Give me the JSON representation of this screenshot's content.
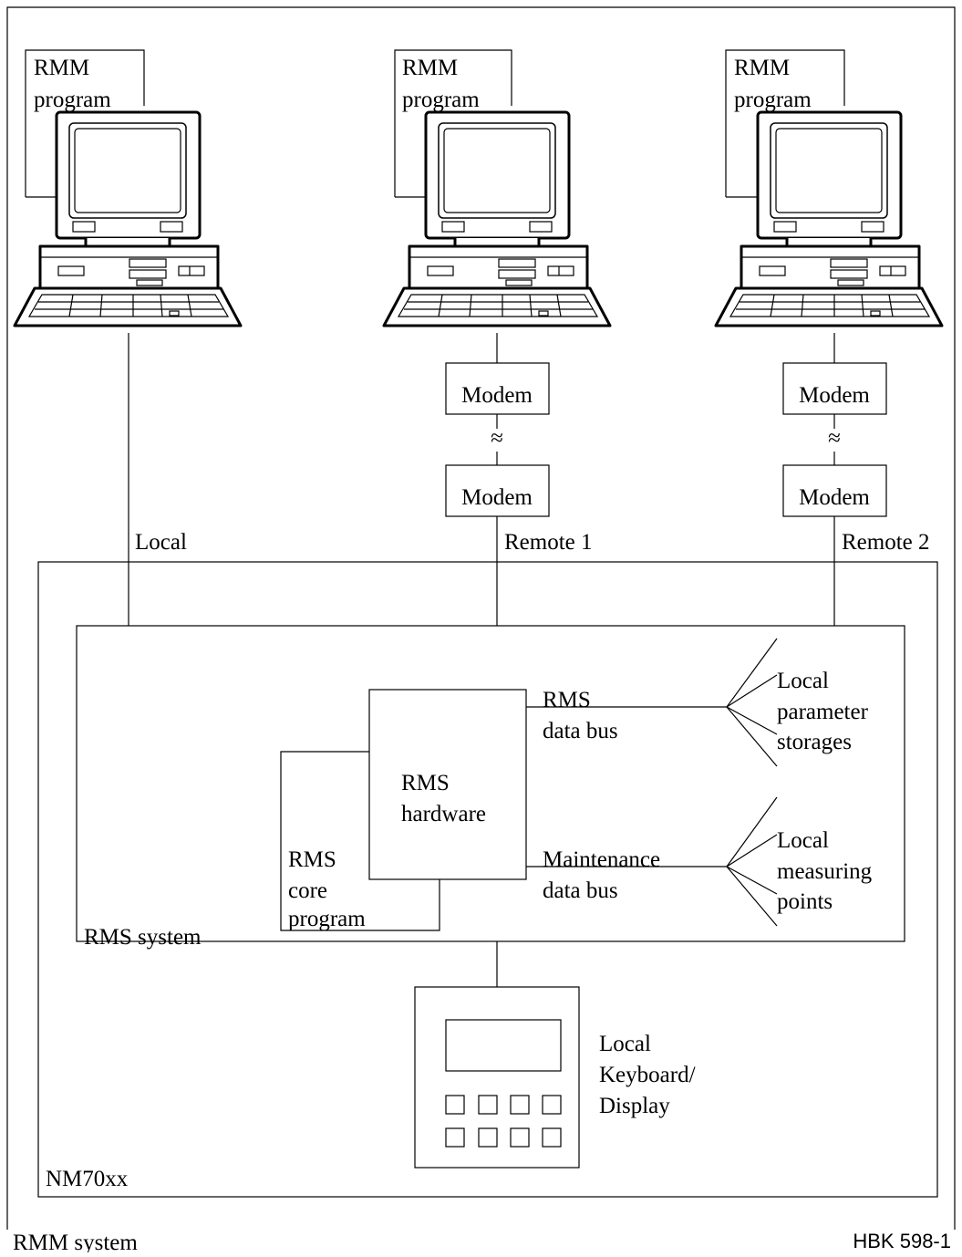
{
  "computers": [
    {
      "program_label_line1": "RMM",
      "program_label_line2": "program"
    },
    {
      "program_label_line1": "RMM",
      "program_label_line2": "program"
    },
    {
      "program_label_line1": "RMM",
      "program_label_line2": "program"
    }
  ],
  "modems": {
    "remote1_top": "Modem",
    "remote1_bottom": "Modem",
    "remote2_top": "Modem",
    "remote2_bottom": "Modem"
  },
  "connections": {
    "local": "Local",
    "remote1": "Remote 1",
    "remote2": "Remote 2",
    "link_symbol": "≈"
  },
  "rms": {
    "hardware_line1": "RMS",
    "hardware_line2": "hardware",
    "core_line1": "RMS",
    "core_line2": "core",
    "core_line3": "program",
    "system_label": "RMS system",
    "data_bus_line1": "RMS",
    "data_bus_line2": "data bus",
    "maint_bus_line1": "Maintenance",
    "maint_bus_line2": "data bus",
    "param_line1": "Local",
    "param_line2": "parameter",
    "param_line3": "storages",
    "meas_line1": "Local",
    "meas_line2": "measuring",
    "meas_line3": "points"
  },
  "keyboard": {
    "line1": "Local",
    "line2": "Keyboard/",
    "line3": "Display"
  },
  "frame": {
    "nm_label": "NM70xx",
    "rmm_system_label": "RMM system",
    "figure_code": "HBK 598-1"
  }
}
